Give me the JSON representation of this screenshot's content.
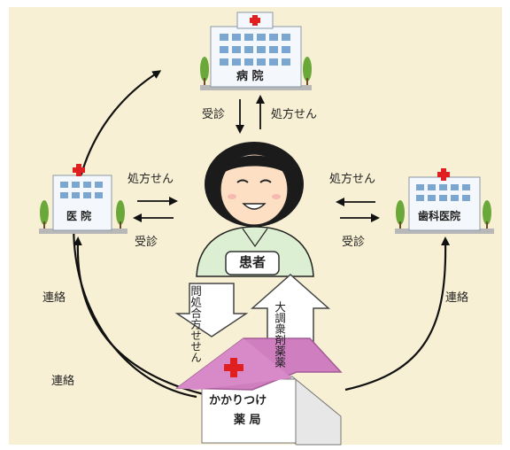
{
  "places": {
    "hospital": "病 院",
    "clinic": "医 院",
    "dental": "歯科医院",
    "patient": "患者",
    "pharmacy_line1": "かかりつけ",
    "pharmacy_line2": "薬 局"
  },
  "flows": {
    "receive_care": "受診",
    "prescription": "処方せん",
    "contact": "連絡",
    "inquiry_arrow": "問処合方せせん",
    "dispense_arrow": "大調衆剤薬薬"
  },
  "colors": {
    "background": "#f8f0d4",
    "roof": "#cf7fc0",
    "cross": "#e02020",
    "window": "#7aa6cf",
    "tree": "#6aa83a"
  }
}
